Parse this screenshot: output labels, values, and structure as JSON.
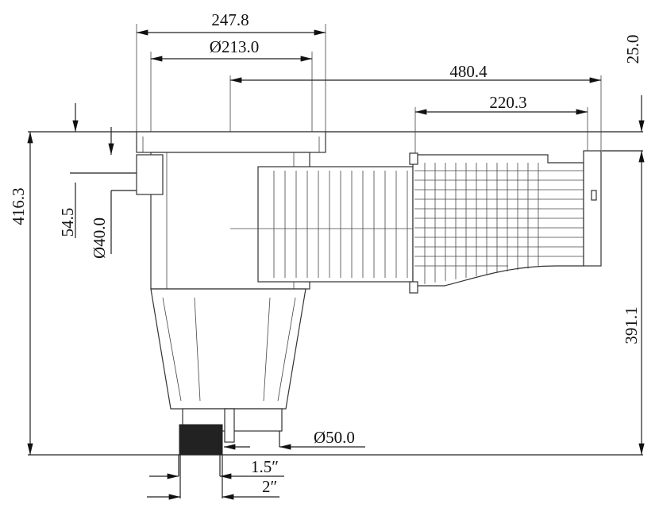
{
  "title": "Pool skimmer dimension drawing",
  "dimensions": {
    "flange_width": "247.8",
    "inner_diameter": "Ø213.0",
    "total_length": "480.4",
    "mouth_length": "220.3",
    "top_offset": "25.0",
    "total_height": "416.3",
    "side_port_offset": "54.5",
    "side_port_diameter": "Ø40.0",
    "mouth_height": "391.1",
    "outlet_diameter": "Ø50.0",
    "thread_small": "1.5″",
    "thread_large": "2″"
  }
}
